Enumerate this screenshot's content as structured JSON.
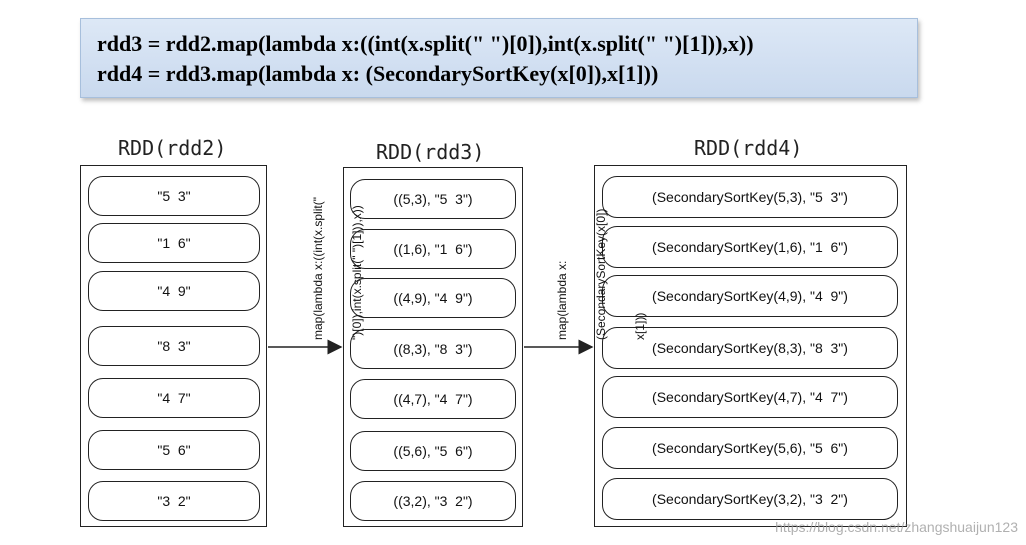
{
  "code": {
    "line1": "rdd3 = rdd2.map(lambda x:((int(x.split(\" \")[0]),int(x.split(\" \")[1])),x))",
    "line2": "rdd4 = rdd3.map(lambda x: (SecondarySortKey(x[0]),x[1]))"
  },
  "panels": [
    {
      "title": "RDD(rdd2)",
      "items": [
        "\"5  3\"",
        "\"1  6\"",
        "\"4  9\"",
        "\"8  3\"",
        "\"4  7\"",
        "\"5  6\"",
        "\"3  2\""
      ]
    },
    {
      "title": "RDD(rdd3)",
      "items": [
        "((5,3), \"5  3\")",
        "((1,6), \"1  6\")",
        "((4,9), \"4  9\")",
        "((8,3), \"8  3\")",
        "((4,7), \"4  7\")",
        "((5,6), \"5  6\")",
        "((3,2), \"3  2\")"
      ]
    },
    {
      "title": "RDD(rdd4)",
      "items": [
        "(SecondarySortKey(5,3), \"5  3\")",
        "(SecondarySortKey(1,6), \"1  6\")",
        "(SecondarySortKey(4,9), \"4  9\")",
        "(SecondarySortKey(8,3), \"8  3\")",
        "(SecondarySortKey(4,7), \"4  7\")",
        "(SecondarySortKey(5,6), \"5  6\")",
        "(SecondarySortKey(3,2), \"3  2\")"
      ]
    }
  ],
  "operations": [
    {
      "lines": [
        "map(lambda x:((int(x.split(\"",
        "\")[0]),int(x.split(\" \")[1])),x))"
      ]
    },
    {
      "lines": [
        "map(lambda x:",
        "(SecondarySortKey(x[0])",
        "x[1]))"
      ]
    }
  ],
  "watermark": "https://blog.csdn.net/zhangshuaijun123"
}
